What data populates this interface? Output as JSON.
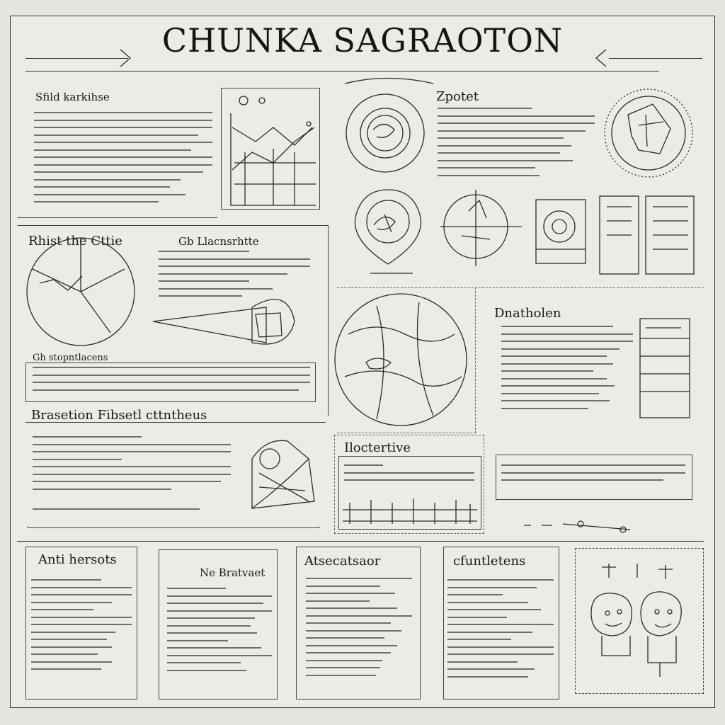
{
  "poster": {
    "title": "CHUNKA SAGRAOTON"
  },
  "sections": {
    "top_left_heading": "Sfild karkihse",
    "left_middle_heading": "Rhist the Cttie",
    "center_left_heading": "Gb Llacnsrhtte",
    "subheading_small": "Gh stopntlacens",
    "left_lower_heading": "Brasetion Fibsetl cttntheus",
    "right_top_heading": "Zpotet",
    "right_middle_heading": "Dnatholen",
    "center_lower_heading": "Iloctertive",
    "bottom_1_heading": "Anti hersots",
    "bottom_2_heading": "Ne Bratvaet",
    "bottom_3_heading": "Atsecatsaor",
    "bottom_4_heading": "cfuntletens"
  },
  "colors": {
    "paper": "#ecebe6",
    "ink": "#1e1e1e"
  }
}
